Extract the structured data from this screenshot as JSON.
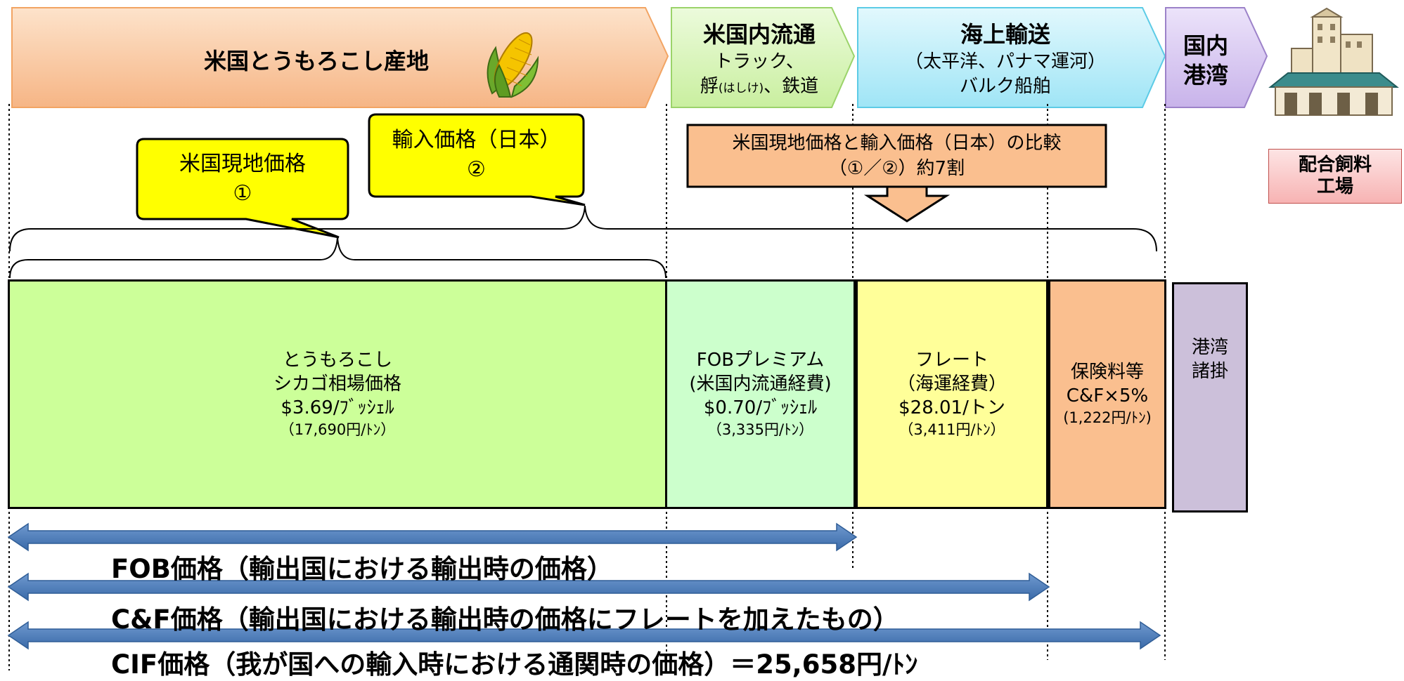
{
  "header": {
    "origin": "米国とうもろこし産地",
    "domestic": {
      "title": "米国内流通",
      "line1": "トラック、",
      "line2a": "艀",
      "line2b": "(はしけ)",
      "line2c": "、鉄道"
    },
    "sea": {
      "title": "海上輸送",
      "line1": "（太平洋、パナマ運河）",
      "line2": "バルク船舶"
    },
    "port": {
      "line1": "国内",
      "line2": "港湾"
    }
  },
  "factory": {
    "line1": "配合飼料",
    "line2": "工場"
  },
  "callouts": {
    "local": {
      "line1": "米国現地価格",
      "line2": "①"
    },
    "import": {
      "line1": "輸入価格（日本）",
      "line2": "②"
    },
    "compare": {
      "line1": "米国現地価格と輸入価格（日本）の比較",
      "line2": "（①／②）約7割"
    }
  },
  "segments": {
    "chicago": {
      "line1": "とうもろこし",
      "line2": "シカゴ相場価格",
      "line3": "$3.69/ﾌﾞｯｼｪﾙ",
      "line4": "（17,690円/ﾄﾝ）"
    },
    "fob_premium": {
      "line1": "FOBプレミアム",
      "line2": "(米国内流通経費)",
      "line3": "$0.70/ﾌﾞｯｼｪﾙ",
      "line4": "（3,335円/ﾄﾝ）"
    },
    "freight": {
      "line1": "フレート",
      "line2": "（海運経費）",
      "line3": "$28.01/トン",
      "line4": "（3,411円/ﾄﾝ）"
    },
    "insurance": {
      "line1": "保険料等",
      "line2": "C&F×5%",
      "line3": "(1,222円/ﾄﾝ)"
    },
    "port_fees": {
      "line1": "港湾",
      "line2": "諸掛"
    }
  },
  "price_ranges": {
    "fob": "FOB価格（輸出国における輸出時の価格）",
    "cf": "C&F価格（輸出国における輸出時の価格にフレートを加えたもの）",
    "cif": "CIF価格（我が国への輸入時における通関時の価格）＝25,658円/ﾄﾝ"
  },
  "colors": {
    "origin_bg": "#f9c79b",
    "domestic_bg": "#d8f5b8",
    "sea_bg": "#bdeefa",
    "port_bg": "#d9c9f0",
    "callout_yellow": "#ffff00",
    "compare_bg": "#fabf8f",
    "chicago_bg": "#ccff99",
    "fob_premium_bg": "#ccffcc",
    "freight_bg": "#ffff99",
    "insurance_bg": "#fabf8f",
    "port_fees_bg": "#ccc0da",
    "arrow_blue": "#4f81bd"
  },
  "icons": [
    "corn-icon",
    "grain-silo-icon",
    "down-arrow-icon"
  ]
}
